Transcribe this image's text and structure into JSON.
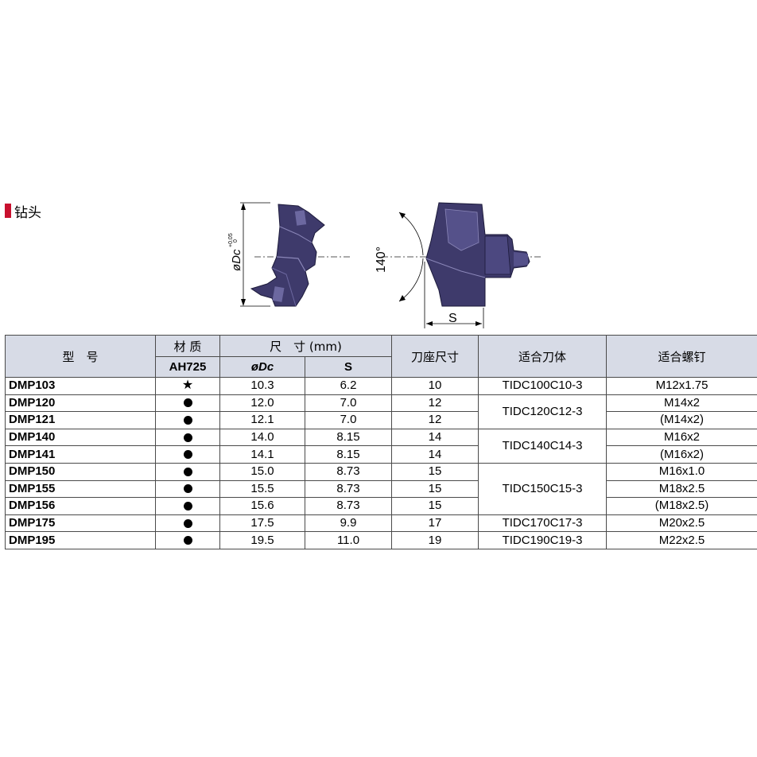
{
  "section": {
    "title": "钻头",
    "accent": "#c8102e"
  },
  "figure": {
    "dim_dc": "øDc",
    "tol_upper": "+0.05",
    "tol_lower": "0",
    "angle": "140°",
    "dim_s": "S"
  },
  "table": {
    "header": {
      "model": "型　号",
      "material": "材 质",
      "material_grade": "AH725",
      "size": "尺　寸 (mm)",
      "dc": "øDc",
      "s": "S",
      "holder_size": "刀座尺寸",
      "holder": "适合刀体",
      "screw": "适合螺钉"
    },
    "rows": [
      {
        "model": "DMP103",
        "mark": "star",
        "dc": "10.3",
        "s": "6.2",
        "holder_size": "10",
        "holder": "TIDC100C10-3",
        "screw": "M12x1.75"
      },
      {
        "model": "DMP120",
        "mark": "dot",
        "dc": "12.0",
        "s": "7.0",
        "holder_size": "12",
        "holder": "TIDC120C12-3",
        "screw": "M14x2"
      },
      {
        "model": "DMP121",
        "mark": "dot",
        "dc": "12.1",
        "s": "7.0",
        "holder_size": "12",
        "holder": "",
        "screw": "(M14x2)"
      },
      {
        "model": "DMP140",
        "mark": "dot",
        "dc": "14.0",
        "s": "8.15",
        "holder_size": "14",
        "holder": "TIDC140C14-3",
        "screw": "M16x2"
      },
      {
        "model": "DMP141",
        "mark": "dot",
        "dc": "14.1",
        "s": "8.15",
        "holder_size": "14",
        "holder": "",
        "screw": "(M16x2)"
      },
      {
        "model": "DMP150",
        "mark": "dot",
        "dc": "15.0",
        "s": "8.73",
        "holder_size": "15",
        "holder": "TIDC150C15-3",
        "screw": "M16x1.0"
      },
      {
        "model": "DMP155",
        "mark": "dot",
        "dc": "15.5",
        "s": "8.73",
        "holder_size": "15",
        "holder": "",
        "screw": "M18x2.5"
      },
      {
        "model": "DMP156",
        "mark": "dot",
        "dc": "15.6",
        "s": "8.73",
        "holder_size": "15",
        "holder": "",
        "screw": "(M18x2.5)"
      },
      {
        "model": "DMP175",
        "mark": "dot",
        "dc": "17.5",
        "s": "9.9",
        "holder_size": "17",
        "holder": "TIDC170C17-3",
        "screw": "M20x2.5"
      },
      {
        "model": "DMP195",
        "mark": "dot",
        "dc": "19.5",
        "s": "11.0",
        "holder_size": "19",
        "holder": "TIDC190C19-3",
        "screw": "M22x2.5"
      }
    ],
    "star_glyph": "★"
  },
  "colors": {
    "header_bg": "#d7dbe6",
    "insert": "#3e3a6b"
  }
}
